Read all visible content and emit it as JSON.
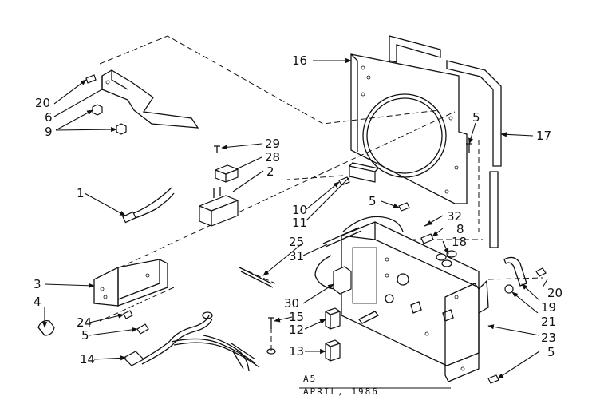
{
  "labels": {
    "c1": "1",
    "c2": "2",
    "c3": "3",
    "c4": "4",
    "c5a": "5",
    "c5b": "5",
    "c5c": "5",
    "c5d": "5",
    "c6": "6",
    "c8": "8",
    "c9": "9",
    "c10": "10",
    "c11": "11",
    "c12": "12",
    "c13": "13",
    "c14": "14",
    "c15": "15",
    "c16": "16",
    "c17": "17",
    "c18": "18",
    "c19": "19",
    "c20a": "20",
    "c20b": "20",
    "c21": "21",
    "c23": "23",
    "c24": "24",
    "c25": "25",
    "c28": "28",
    "c29": "29",
    "c30": "30",
    "c31": "31",
    "c32": "32"
  },
  "footer": {
    "code": "A5",
    "date": "APRIL, 1986"
  }
}
